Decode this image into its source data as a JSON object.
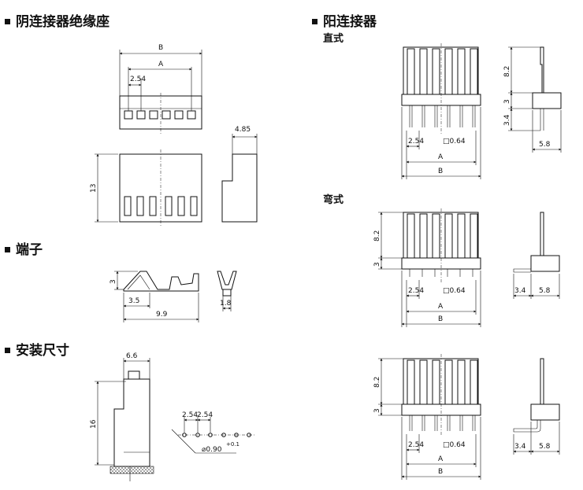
{
  "sections": {
    "female_housing": "阴连接器绝缘座",
    "terminal": "端子",
    "mounting": "安装尺寸",
    "male_connector": "阳连接器"
  },
  "subsections": {
    "straight": "直式",
    "right_angle": "弯式"
  },
  "dims": {
    "B": "B",
    "A": "A",
    "pitch": "2.54",
    "width_4_85": "4.85",
    "height_13": "13",
    "term_3": "3",
    "term_3_5": "3.5",
    "term_9_9": "9.9",
    "term_1_8": "1.8",
    "mount_6_6": "6.6",
    "mount_16": "16",
    "hole_pitch_1": "2.54",
    "hole_pitch_2": "2.54",
    "hole_dia": "⌀0.90",
    "hole_tol": "+0.1",
    "pin_8_2": "8.2",
    "pin_3": "3",
    "pin_3_4": "3.4",
    "pin_5_8": "5.8",
    "pin_sq": "□0.64"
  }
}
